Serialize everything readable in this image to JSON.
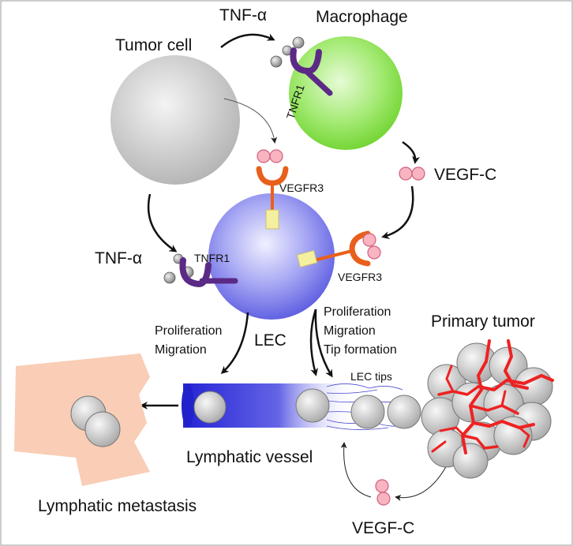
{
  "labels": {
    "tumor_cell": "Tumor cell",
    "tnf_top": "TNF-α",
    "macrophage": "Macrophage",
    "tnfr1_macrophage": "TNFR1",
    "vegfr3_top": "VEGFR3",
    "vegf_c_right": "VEGF-C",
    "tnf_left": "TNF-α",
    "tnfr1_lec": "TNFR1",
    "vegfr3_right": "VEGFR3",
    "lec": "LEC",
    "left_effects": [
      "Proliferation",
      "Migration"
    ],
    "right_effects": [
      "Proliferation",
      "Migration",
      "Tip formation"
    ],
    "primary_tumor": "Primary tumor",
    "lec_tips": "LEC tips",
    "lymphatic_vessel": "Lymphatic vessel",
    "lymphatic_metastasis": "Lymphatic metastasis",
    "vegf_c_bottom": "VEGF-C"
  },
  "colors": {
    "tumor_cell": "#c8c8c8",
    "macrophage": "#7fdc3c",
    "lec": "#6b6be8",
    "tnfr1_receptor": "#5b2a86",
    "vegfr3_receptor": "#e8601c",
    "vegf_c_ligand": "#f08aa0",
    "tnf_ligand": "#9a9a9a",
    "tumor_vessels": "#ee2222",
    "metastasis_node": "#f8c8b0",
    "lymph_vessel": "#2a2ad8"
  }
}
